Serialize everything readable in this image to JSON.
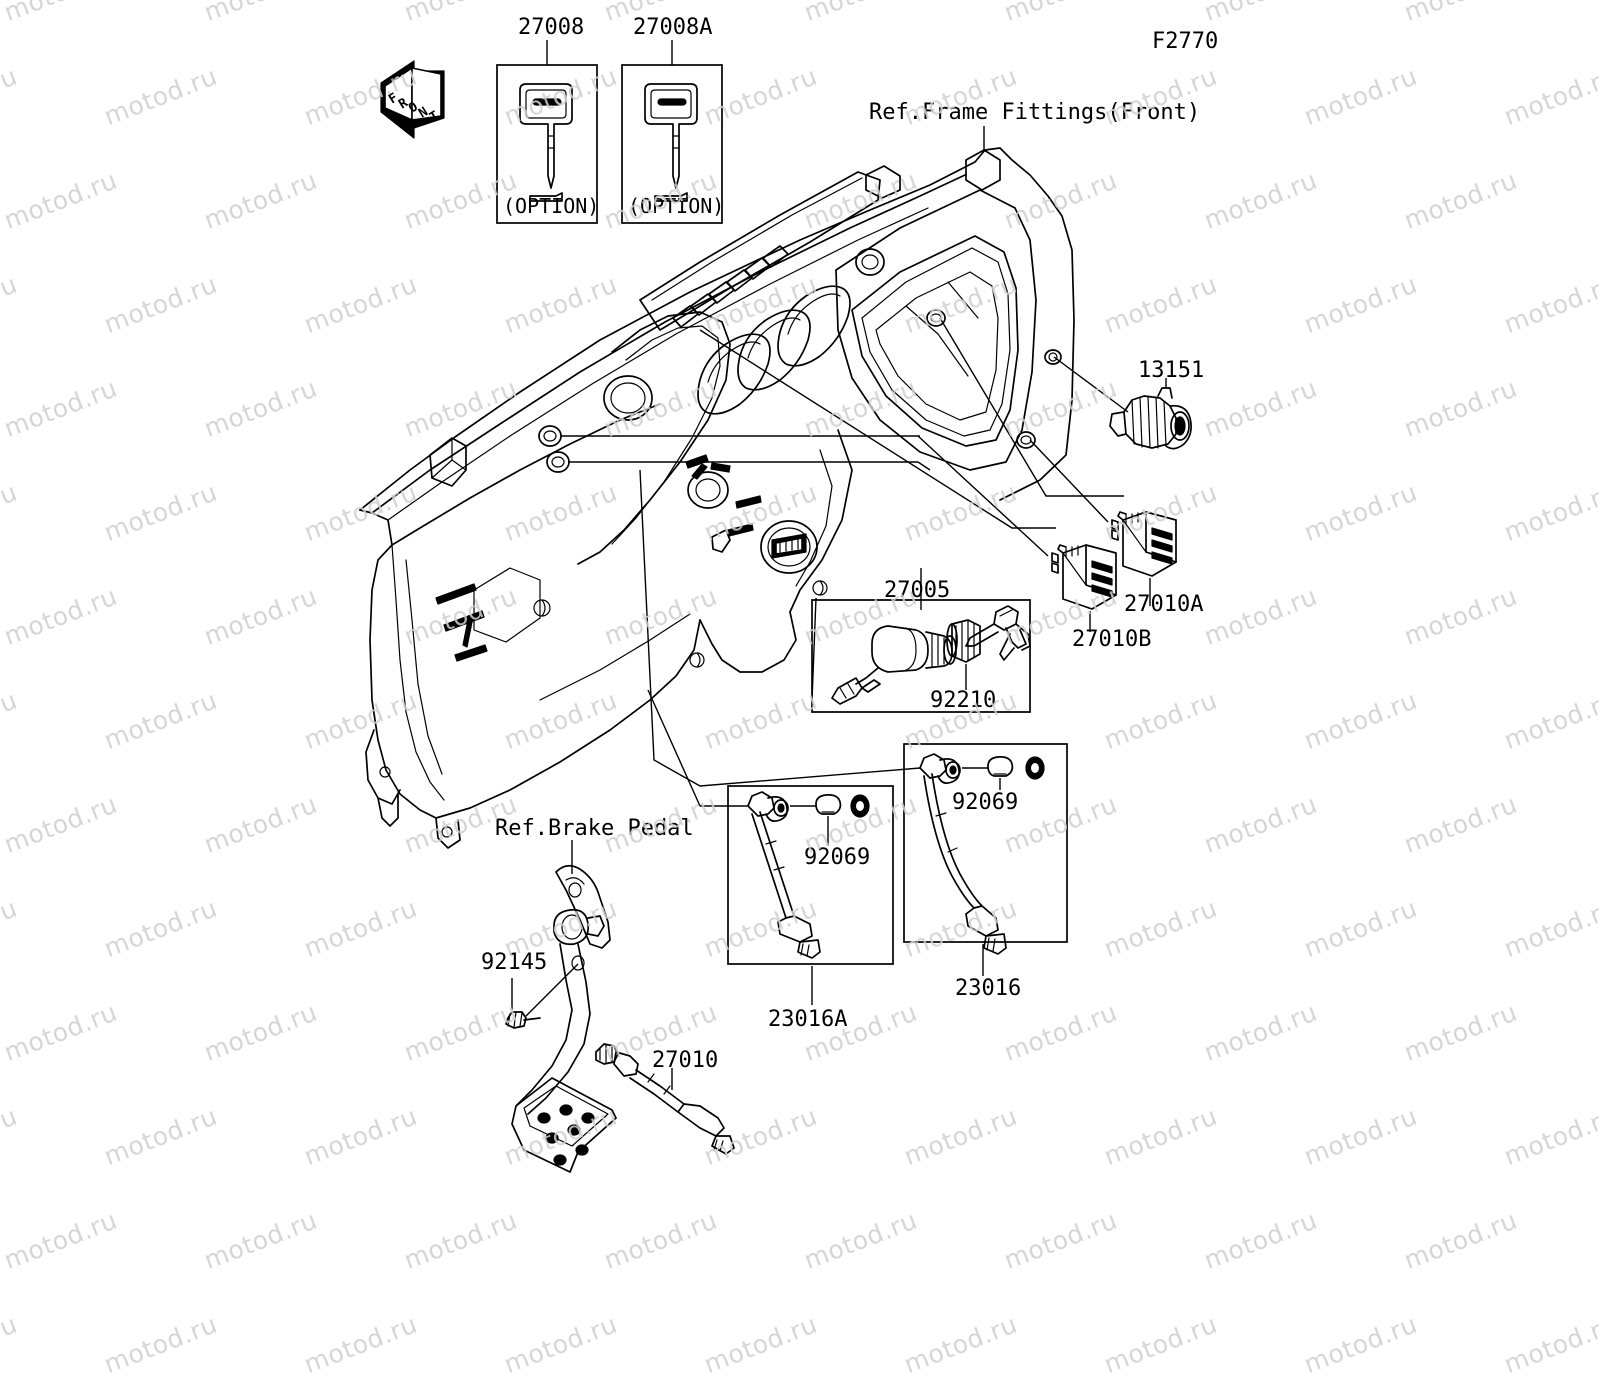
{
  "diagram": {
    "sheet_code": "F2770",
    "direction_marker": "FRONT",
    "title_refs": [
      {
        "id": "ref-frame-fittings",
        "text": "Ref.Frame Fittings(Front)"
      },
      {
        "id": "ref-brake-pedal",
        "text": "Ref.Brake Pedal"
      }
    ],
    "option_boxes": [
      {
        "part": "27008",
        "note": "(OPTION)",
        "item": "key-blank"
      },
      {
        "part": "27008A",
        "note": "(OPTION)",
        "item": "key-blank"
      }
    ],
    "callouts": [
      {
        "part": "13151",
        "name": "socket-assembly"
      },
      {
        "part": "27010A",
        "name": "rocker-switch-a"
      },
      {
        "part": "27010B",
        "name": "rocker-switch-b"
      },
      {
        "part": "27005",
        "name": "ignition-switch-assembly"
      },
      {
        "part": "92210",
        "name": "lock-nut"
      },
      {
        "part": "92069",
        "name": "bulb-left-box"
      },
      {
        "part": "92069",
        "name": "bulb-right-box"
      },
      {
        "part": "23016A",
        "name": "lamp-assembly-a"
      },
      {
        "part": "23016",
        "name": "lamp-assembly"
      },
      {
        "part": "92145",
        "name": "spring"
      },
      {
        "part": "27010",
        "name": "brake-light-switch"
      }
    ],
    "watermark": {
      "text": "motod.ru",
      "color": "#cfcfcf",
      "angle_deg": -21
    }
  }
}
